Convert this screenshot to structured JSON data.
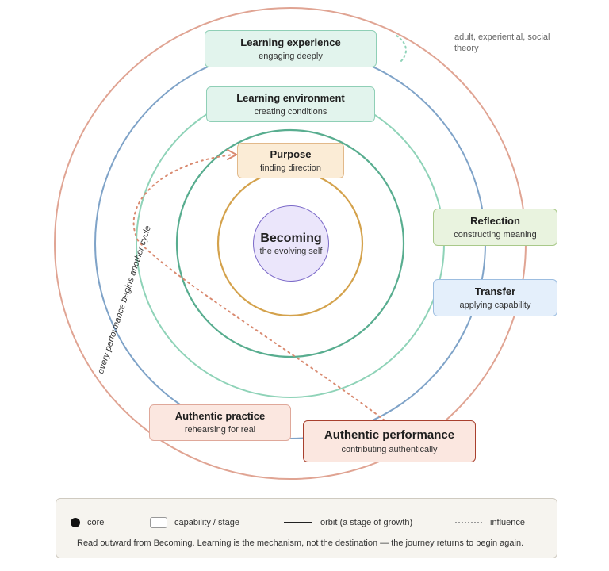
{
  "core": {
    "title": "Becoming",
    "subtitle": "the evolving self"
  },
  "nodes": {
    "learning_experience": {
      "title": "Learning experience",
      "subtitle": "engaging deeply"
    },
    "learning_environment": {
      "title": "Learning environment",
      "subtitle": "creating conditions"
    },
    "purpose": {
      "title": "Purpose",
      "subtitle": "finding direction"
    },
    "reflection": {
      "title": "Reflection",
      "subtitle": "constructing meaning"
    },
    "transfer": {
      "title": "Transfer",
      "subtitle": "applying capability"
    },
    "authentic_practice": {
      "title": "Authentic practice",
      "subtitle": "rehearsing for real"
    },
    "authentic_performance": {
      "title": "Authentic performance",
      "subtitle": "contributing authentically"
    }
  },
  "annotations": {
    "theory_note": "adult, experiential, social theory",
    "cycle_label": "every performance begins another cycle"
  },
  "legend": {
    "core": "core",
    "capability": "capability / stage",
    "orbit": "orbit (a stage of growth)",
    "influence": "influence",
    "caption": "Read outward from Becoming. Learning is the mechanism, not the destination — the journey returns to begin again."
  },
  "colors": {
    "orbit_inner": "#d4a24c",
    "orbit_2": "#58ad8f",
    "orbit_3": "#8fd3b8",
    "orbit_4": "#7fa3c8",
    "orbit_outer": "#e0a493",
    "influence": "#d98a70"
  }
}
